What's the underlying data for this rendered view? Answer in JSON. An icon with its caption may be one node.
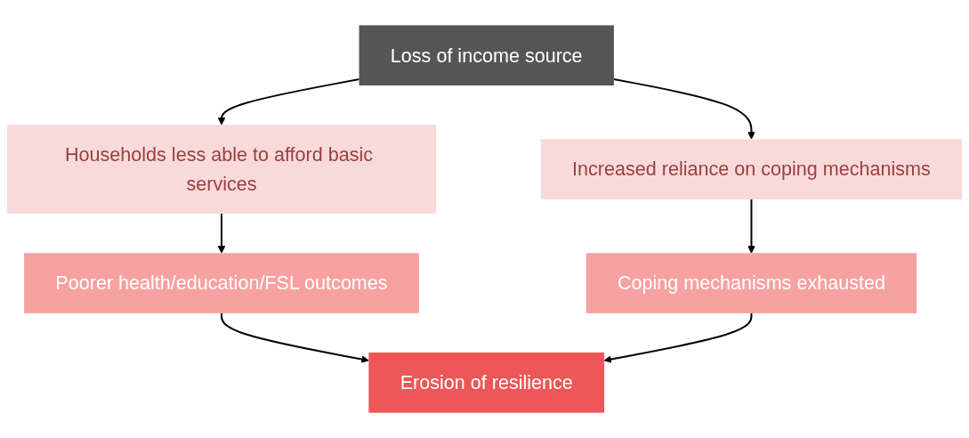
{
  "diagram": {
    "nodes": [
      {
        "text": [
          "Loss of income source"
        ]
      },
      {
        "text": [
          "Households less able to afford basic services"
        ]
      },
      {
        "text": [
          "Increased reliance on coping mechanisms"
        ]
      },
      {
        "text": [
          "Poorer health/education/FSL outcomes"
        ]
      },
      {
        "text": [
          "Coping mechanisms exhausted"
        ]
      },
      {
        "text": [
          "Erosion of resilience"
        ]
      }
    ],
    "edges": [
      {
        "from": 0,
        "to": 1,
        "arrow": "to"
      },
      {
        "from": 0,
        "to": 2,
        "arrow": "to"
      },
      {
        "from": 1,
        "to": 3,
        "arrow": "to"
      },
      {
        "from": 2,
        "to": 4,
        "arrow": "to"
      },
      {
        "from": 3,
        "to": 5,
        "arrow": "to"
      },
      {
        "from": 4,
        "to": 5,
        "arrow": "to"
      }
    ]
  }
}
